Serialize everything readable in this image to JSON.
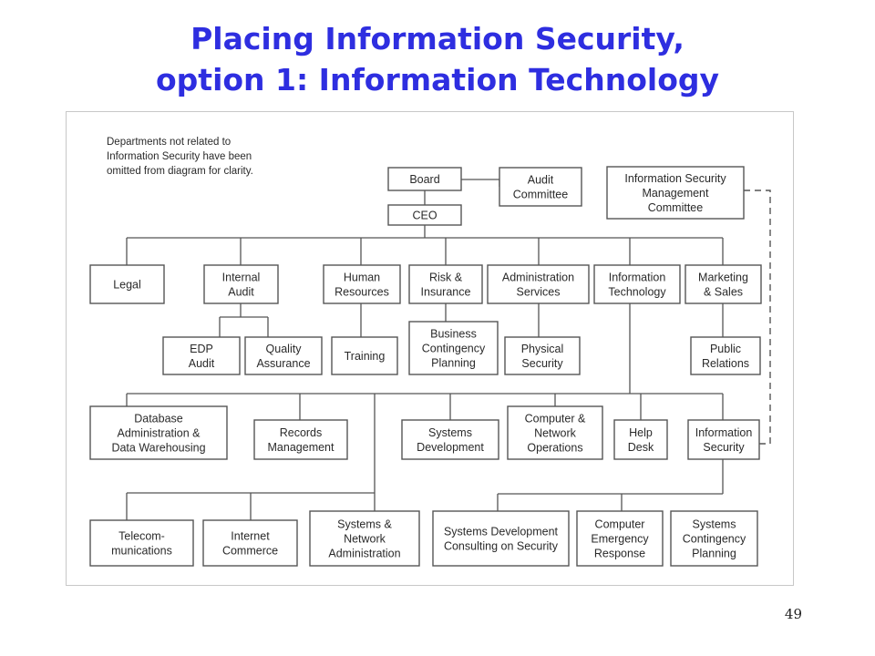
{
  "slide": {
    "title_line1": "Placing Information Security,",
    "title_line2": "option 1: Information Technology",
    "page_number": "49"
  },
  "diagram": {
    "note": [
      "Departments not related to",
      "Information Security have been",
      "omitted from diagram for clarity."
    ],
    "nodes": {
      "board": [
        "Board"
      ],
      "audit_committee": [
        "Audit",
        "Committee"
      ],
      "ismc": [
        "Information Security",
        "Management",
        "Committee"
      ],
      "ceo": [
        "CEO"
      ],
      "legal": [
        "Legal"
      ],
      "internal_audit": [
        "Internal",
        "Audit"
      ],
      "human_resources": [
        "Human",
        "Resources"
      ],
      "risk_insurance": [
        "Risk &",
        "Insurance"
      ],
      "admin_services": [
        "Administration",
        "Services"
      ],
      "info_tech": [
        "Information",
        "Technology"
      ],
      "marketing_sales": [
        "Marketing",
        "& Sales"
      ],
      "edp_audit": [
        "EDP",
        "Audit"
      ],
      "quality_assurance": [
        "Quality",
        "Assurance"
      ],
      "training": [
        "Training"
      ],
      "bcp": [
        "Business",
        "Contingency",
        "Planning"
      ],
      "physical_security": [
        "Physical",
        "Security"
      ],
      "public_relations": [
        "Public",
        "Relations"
      ],
      "database_admin": [
        "Database",
        "Administration &",
        "Data Warehousing"
      ],
      "records_mgmt": [
        "Records",
        "Management"
      ],
      "systems_dev": [
        "Systems",
        "Development"
      ],
      "computer_network_ops": [
        "Computer &",
        "Network",
        "Operations"
      ],
      "help_desk": [
        "Help",
        "Desk"
      ],
      "information_security": [
        "Information",
        "Security"
      ],
      "telecom": [
        "Telecom-",
        "munications"
      ],
      "internet_commerce": [
        "Internet",
        "Commerce"
      ],
      "systems_network_admin": [
        "Systems &",
        "Network",
        "Administration"
      ],
      "sdcs": [
        "Systems Development",
        "Consulting on Security"
      ],
      "computer_emergency": [
        "Computer",
        "Emergency",
        "Response"
      ],
      "systems_contingency": [
        "Systems",
        "Contingency",
        "Planning"
      ]
    }
  }
}
